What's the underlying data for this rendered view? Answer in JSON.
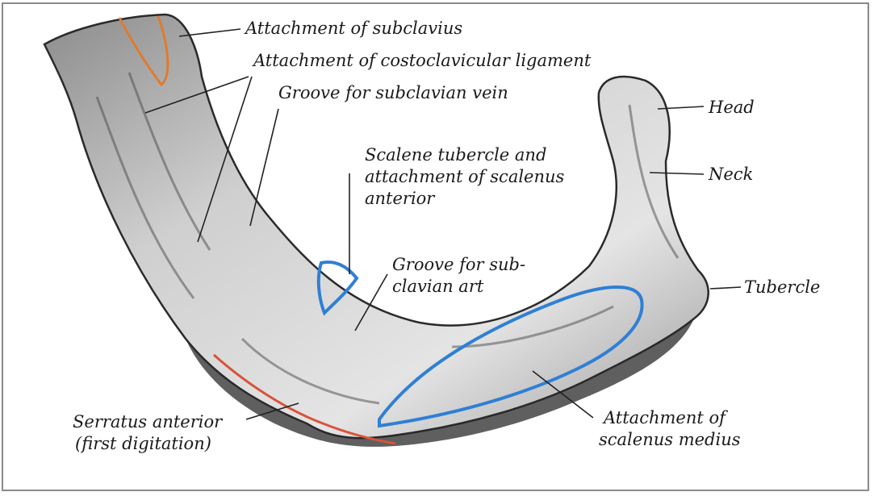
{
  "labels": {
    "subclavius": "Attachment of subclavius",
    "costoclavicular": "Attachment of costoclavicular ligament",
    "groove_vein": "Groove for subclavian vein",
    "scalene_tubercle": [
      "Scalene tubercle and",
      "attachment of scalenus",
      "anterior"
    ],
    "groove_artery": [
      "Groove for sub-",
      "clavian art"
    ],
    "head": "Head",
    "neck": "Neck",
    "tubercle": "Tubercle",
    "serratus": [
      "Serratus anterior",
      "(first digitation)"
    ],
    "scalenus_medius": [
      "Attachment of",
      "scalenus medius"
    ]
  },
  "colors": {
    "bone_light": "#d9d9d9",
    "bone_dark": "#3a3a3a",
    "outline_blue": "#2f7fd6",
    "outline_red": "#d9533a",
    "outline_orange": "#e07a30"
  }
}
